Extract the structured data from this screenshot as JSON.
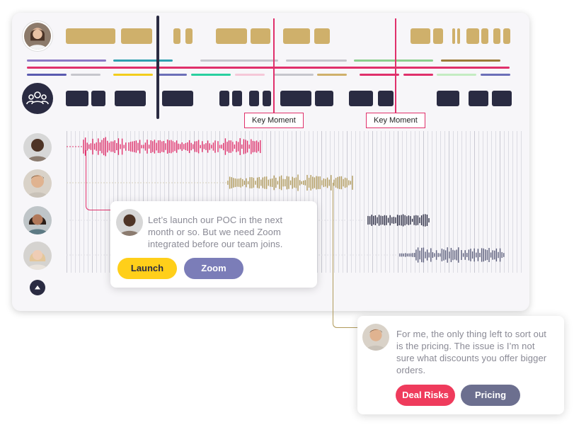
{
  "colors": {
    "gold": "#cfb06b",
    "navy": "#2a2b42",
    "pink": "#e0306b",
    "purple_tag": "#7b7db8",
    "yellow_tag": "#ffcf1a",
    "red_tag": "#ef3b5c",
    "slate_tag": "#6c6f8f"
  },
  "markers": {
    "key_moment_1": "Key Moment",
    "key_moment_2": "Key Moment"
  },
  "icons": {
    "group": "users-group-icon",
    "scroll_up": "triangle-up-icon"
  },
  "bubble_left": {
    "text": "Let’s launch our POC in the next month or so. But we need Zoom integrated before our team joins.",
    "tags": [
      "Launch",
      "Zoom"
    ]
  },
  "bubble_right": {
    "text": "For me, the only thing left to sort out is the pricing. The issue is I’m not sure what discounts you offer bigger orders.",
    "tags": [
      "Deal Risks",
      "Pricing"
    ]
  }
}
